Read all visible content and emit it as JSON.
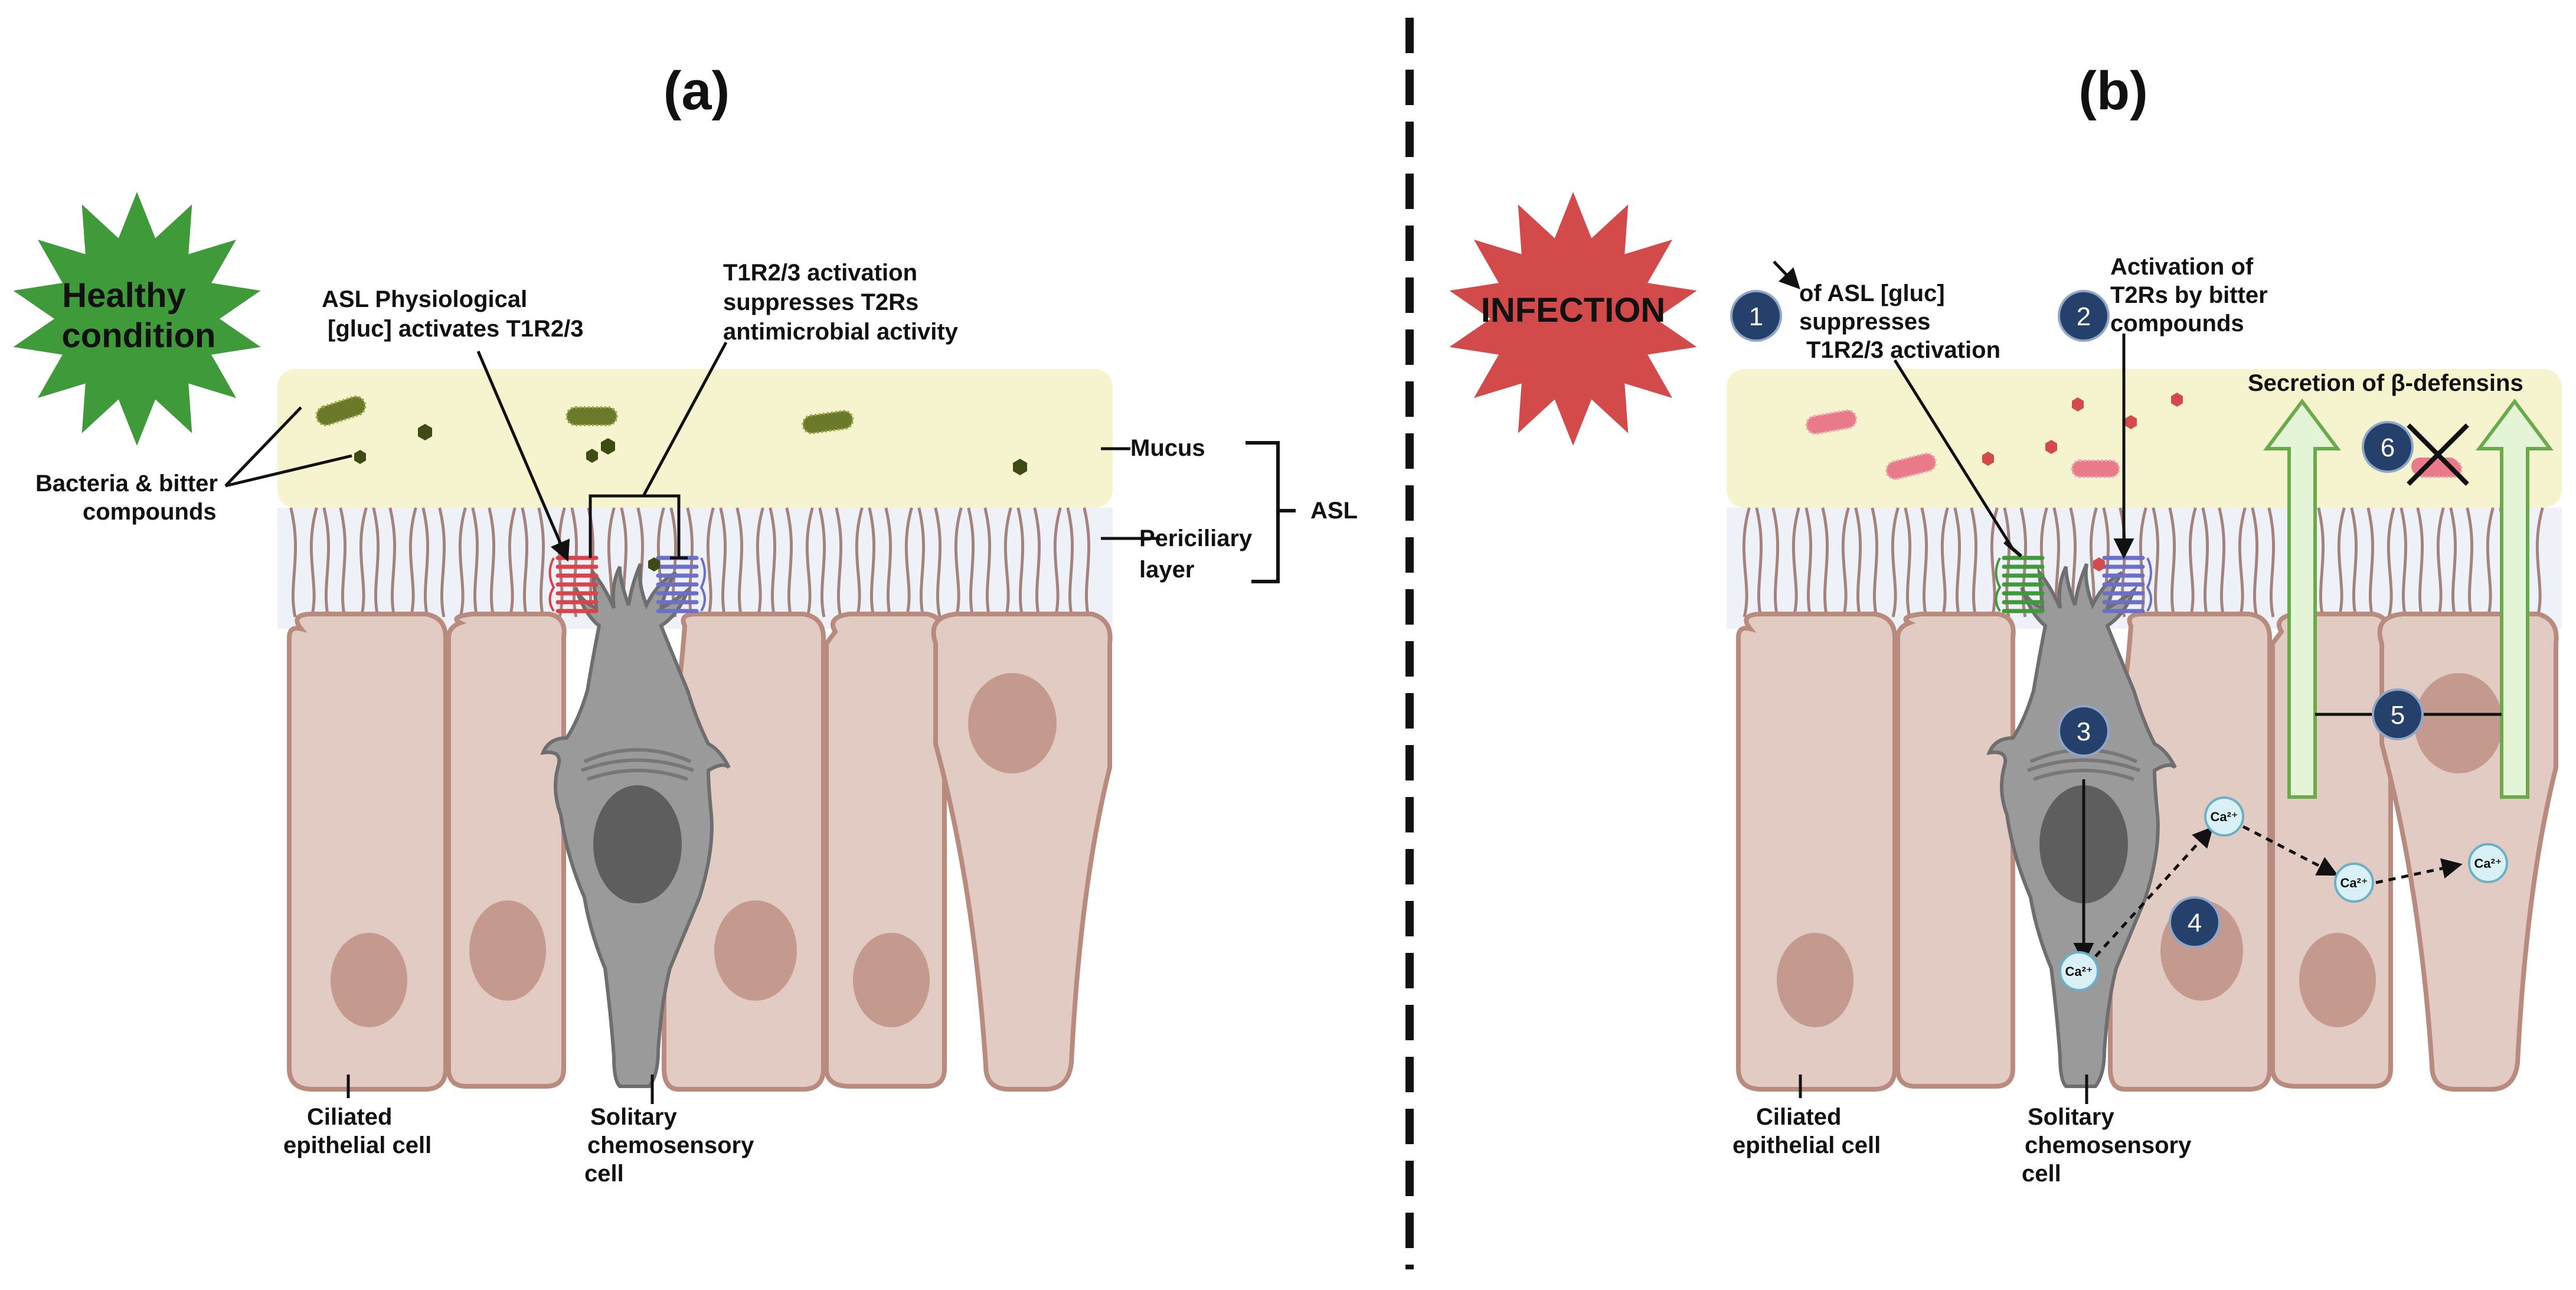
{
  "panels": {
    "a": {
      "title": "(a)",
      "condition": [
        "Healthy",
        "condition"
      ],
      "labels": {
        "bacteria": [
          "Bacteria & bitter",
          "compounds"
        ],
        "asl_gluc": [
          "ASL Physiological",
          "[gluc] activates T1R2/3"
        ],
        "t1r_act": [
          "T1R2/3 activation",
          "suppresses T2Rs",
          "antimicrobial activity"
        ],
        "mucus": "Mucus",
        "periciliary": [
          "Periciliary",
          "layer"
        ],
        "asl": "ASL",
        "ciliated": [
          "Ciliated",
          "epithelial cell"
        ],
        "solitary": [
          "Solitary",
          "chemosensory",
          "cell"
        ]
      }
    },
    "b": {
      "title": "(b)",
      "condition": "INFECTION",
      "steps": [
        "1",
        "2",
        "3",
        "4",
        "5",
        "6"
      ],
      "labels": {
        "step1": [
          "of ASL [gluc]",
          "suppresses",
          "T1R2/3 activation"
        ],
        "step2": [
          "Activation of",
          "T2Rs by bitter",
          "compounds"
        ],
        "secretion": "Secretion of β-defensins",
        "ciliated": [
          "Ciliated",
          "epithelial cell"
        ],
        "solitary": [
          "Solitary",
          "chemosensory",
          "cell"
        ]
      },
      "calcium_label": "Ca²⁺"
    }
  },
  "colors": {
    "mucus": "#f6f3cf",
    "periciliary": "#eef2f8",
    "cell_fill": "#e2cbc2",
    "cell_stroke": "#b98b7f",
    "nucleus": "#c49a8e",
    "scc_fill": "#9a9a9a",
    "scc_nucleus": "#5e5e5e",
    "healthy_star": "#3f9a3a",
    "infection_star": "#d24a4a",
    "t1r": "#d9434a",
    "t2r": "#6b6fc7",
    "t1r_infection": "#3f9a3a",
    "step_circle": "#24406b",
    "bacteria_healthy": "#6b7a2a",
    "bacteria_infection": "#e87a8a",
    "arrow_fill": "#e4f4d6",
    "arrow_stroke": "#6aaa4a",
    "ca_fill": "#d9f0f6"
  },
  "icons": {
    "healthy_badge": "green-starburst-icon",
    "infection_badge": "red-starburst-icon",
    "divider": "dashed-divider"
  }
}
